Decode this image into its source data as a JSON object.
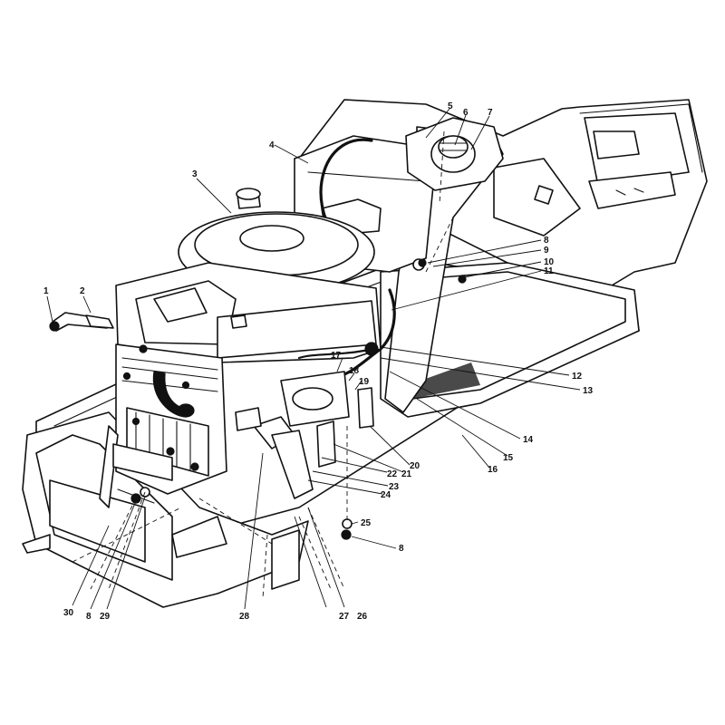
{
  "callouts": [
    "1",
    "2",
    "3",
    "4",
    "5",
    "6",
    "7",
    "8",
    "9",
    "10",
    "11",
    "12",
    "13",
    "14",
    "15",
    "16",
    "17",
    "18",
    "19",
    "20",
    "21",
    "22",
    "23",
    "24",
    "25",
    "8",
    "26",
    "27",
    "28",
    "29",
    "8",
    "30"
  ]
}
